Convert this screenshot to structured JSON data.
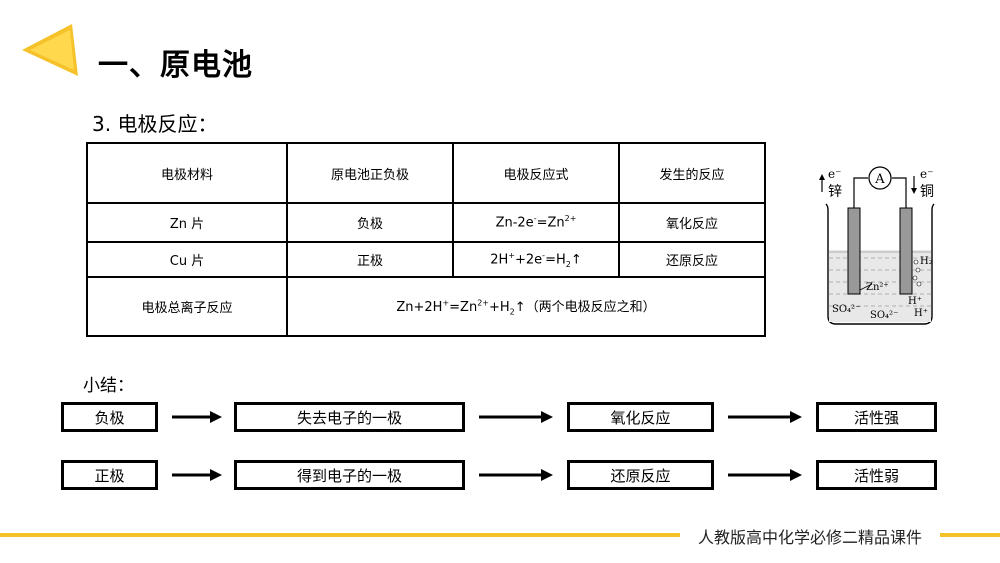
{
  "header": {
    "title": "一、原电池",
    "accent_color": "#f6c22a",
    "logo_icon": "yellow-triangle-logo"
  },
  "section": {
    "title": "3. 电极反应："
  },
  "table": {
    "headers": [
      "电极材料",
      "原电池正负极",
      "电极反应式",
      "发生的反应"
    ],
    "rows": [
      {
        "material": "Zn 片",
        "pole": "负极",
        "equation_html": "Zn-2e<sup>-</sup>=Zn<sup>2+</sup>",
        "reaction": "氧化反应"
      },
      {
        "material": "Cu 片",
        "pole": "正极",
        "equation_html": "2H<sup>+</sup>+2e<sup>-</sup>=H<sub>2</sub>↑",
        "reaction": "还原反应"
      }
    ],
    "total": {
      "label": "电极总离子反应",
      "equation_html": "Zn+2H<sup>+</sup>=Zn<sup>2+</sup>+H<sub>2</sub>↑（两个电极反应之和）"
    }
  },
  "diagram": {
    "ammeter": "A",
    "left_electron": "e⁻",
    "left_metal": "锌",
    "right_electron": "e⁻",
    "right_metal": "铜",
    "h2": "H₂",
    "zn_ion": "Zn²⁺",
    "sulfate_left": "SO₄²⁻",
    "sulfate_mid": "SO₄²⁻",
    "h_plus_1": "H⁺",
    "h_plus_2": "H⁺"
  },
  "summary": {
    "label": "小结：",
    "row1": [
      "负极",
      "失去电子的一极",
      "氧化反应",
      "活性强"
    ],
    "row2": [
      "正极",
      "得到电子的一极",
      "还原反应",
      "活性弱"
    ]
  },
  "footer": {
    "text": "人教版高中化学必修二精品课件"
  }
}
